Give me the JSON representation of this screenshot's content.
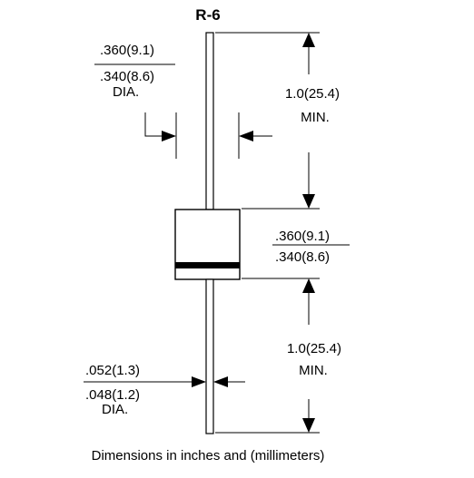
{
  "package": {
    "name": "R-6",
    "footer": "Dimensions in inches and (millimeters)"
  },
  "dimensions": {
    "body_diameter": {
      "max": ".360(9.1)",
      "min": ".340(8.6)",
      "suffix": "DIA."
    },
    "lead_length_top": {
      "value": "1.0(25.4)",
      "suffix": "MIN."
    },
    "body_length": {
      "max": ".360(9.1)",
      "min": ".340(8.6)"
    },
    "lead_length_bottom": {
      "value": "1.0(25.4)",
      "suffix": "MIN."
    },
    "lead_diameter": {
      "max": ".052(1.3)",
      "min": ".048(1.2)",
      "suffix": "DIA."
    }
  },
  "colors": {
    "ink": "#000000",
    "paper": "#ffffff"
  }
}
